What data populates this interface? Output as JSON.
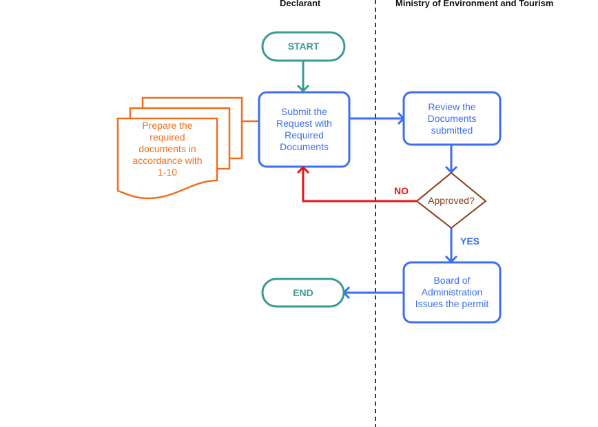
{
  "lanes": {
    "declarant": "Declarant",
    "ministry": "Ministry of Environment and Tourism"
  },
  "nodes": {
    "start": "START",
    "end": "END",
    "prepare_docs": "Prepare the\nrequired\ndocuments in\naccordance with\n1-10",
    "submit_request": "Submit the\nRequest with\nRequired\nDocuments",
    "review_docs": "Review the\nDocuments\nsubmitted",
    "decision": "Approved?",
    "issue_permit": "Board of\nAdministration\nIssues the permit"
  },
  "edges": {
    "no_label": "NO",
    "yes_label": "YES"
  },
  "colors": {
    "terminal": "#3a9a94",
    "process": "#3b6ef0",
    "document": "#f06e1a",
    "decision": "#8b3a14",
    "reject_flow": "#ee1111",
    "lane_divider": "#1f3a7a"
  }
}
